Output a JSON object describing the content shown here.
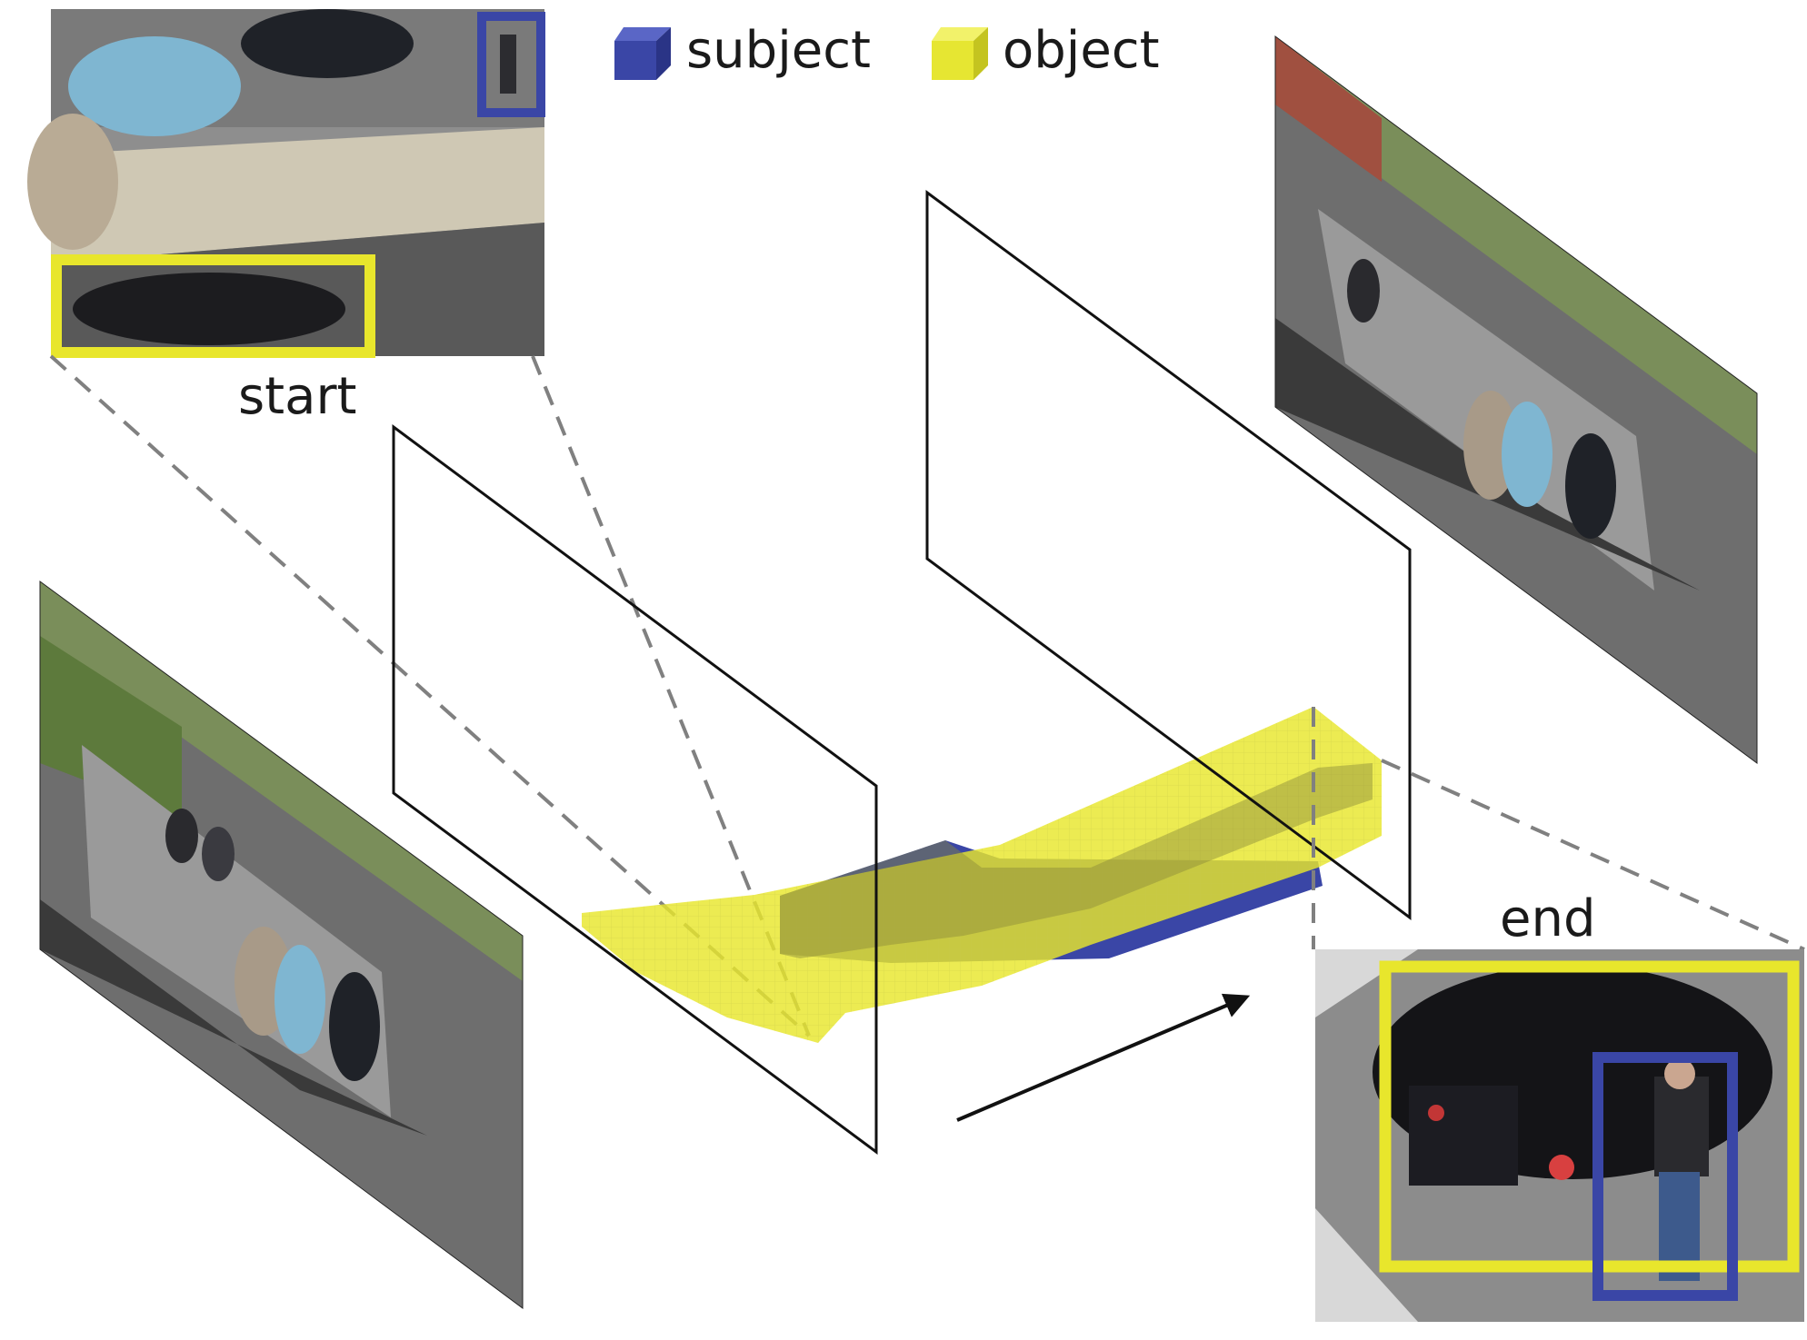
{
  "legend": {
    "subject_label": "subject",
    "object_label": "object",
    "subject_color": "#3a46a6",
    "object_color": "#e6e632"
  },
  "labels": {
    "start": "start",
    "end": "end"
  },
  "colors": {
    "frame_outline": "#111111",
    "projection_dash": "#808080",
    "subject_box": "#3a46a6",
    "object_box": "#e8e62c",
    "arrow": "#111111"
  },
  "icons": {
    "subject_swatch": "blue-cube-icon",
    "object_swatch": "yellow-cube-icon",
    "time_axis": "arrow-icon"
  }
}
